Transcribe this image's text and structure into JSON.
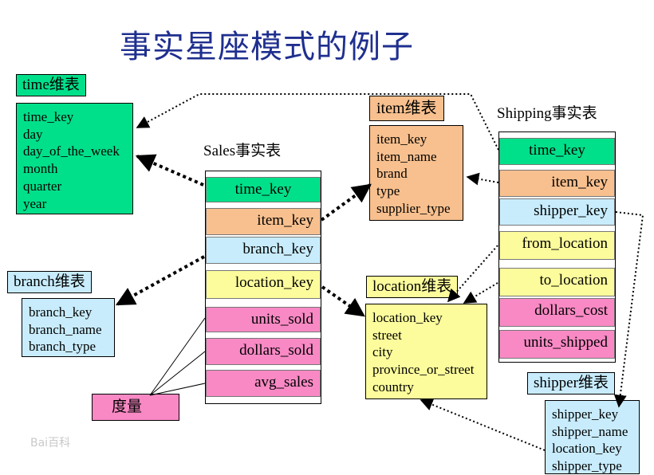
{
  "title": "事实星座模式的例子",
  "time_dim": {
    "label": "time维表",
    "fields": [
      "time_key",
      "day",
      "day_of_the_week",
      "month",
      "quarter",
      "year"
    ]
  },
  "sales_fact": {
    "label": "Sales事实表",
    "fields": [
      "time_key",
      "item_key",
      "branch_key",
      "location_key",
      "units_sold",
      "dollars_sold",
      "avg_sales"
    ]
  },
  "item_dim": {
    "label": "item维表",
    "fields": [
      "item_key",
      "item_name",
      "brand",
      "type",
      "supplier_type"
    ]
  },
  "shipping_fact": {
    "label": "Shipping事实表",
    "fields": [
      "time_key",
      "item_key",
      "shipper_key",
      "from_location",
      "to_location",
      "dollars_cost",
      "units_shipped"
    ]
  },
  "branch_dim": {
    "label": "branch维表",
    "fields": [
      "branch_key",
      "branch_name",
      "branch_type"
    ]
  },
  "location_dim": {
    "label": "location维表",
    "fields": [
      "location_key",
      "street",
      "city",
      "province_or_street",
      "country"
    ]
  },
  "shipper_dim": {
    "label": "shipper维表",
    "fields": [
      "shipper_key",
      "shipper_name",
      "location_key",
      "shipper_type"
    ]
  },
  "measure_label": "度量",
  "watermark": "Bai百科",
  "colors": {
    "title": "#1f2f8f",
    "time": "#00e08a",
    "item": "#f8c08e",
    "branch": "#c8ecfc",
    "location": "#fcfc9c",
    "measure": "#f889c4"
  }
}
